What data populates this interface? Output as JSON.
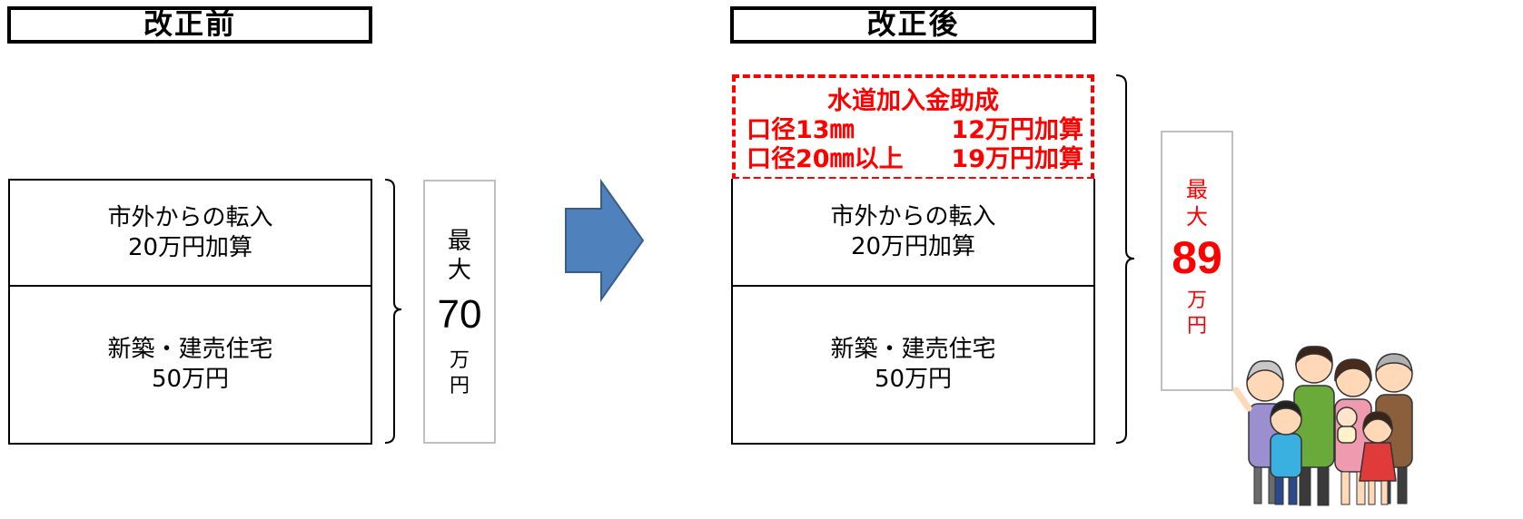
{
  "before": {
    "title": "改正前",
    "upper_box": {
      "line1": "市外からの転入",
      "line2": "20万円加算"
    },
    "lower_box": {
      "line1": "新築・建売住宅",
      "line2": "50万円"
    },
    "total": {
      "prefix1": "最",
      "prefix2": "大",
      "amount": "70",
      "unit1": "万",
      "unit2": "円"
    }
  },
  "after": {
    "title": "改正後",
    "highlight": {
      "title": "水道加入金助成",
      "rows": [
        {
          "label": "口径13㎜",
          "amount": "12万円加算"
        },
        {
          "label": "口径20㎜以上",
          "amount": "19万円加算"
        }
      ]
    },
    "upper_box": {
      "line1": "市外からの転入",
      "line2": "20万円加算"
    },
    "lower_box": {
      "line1": "新築・建売住宅",
      "line2": "50万円"
    },
    "total": {
      "prefix1": "最",
      "prefix2": "大",
      "amount": "89",
      "unit1": "万",
      "unit2": "円"
    }
  },
  "colors": {
    "arrow": "#4f81bd",
    "arrow_border": "#385d8a",
    "highlight": "#ff0000"
  },
  "icons": {
    "arrow": "right-arrow-icon",
    "family": "family-illustration"
  }
}
